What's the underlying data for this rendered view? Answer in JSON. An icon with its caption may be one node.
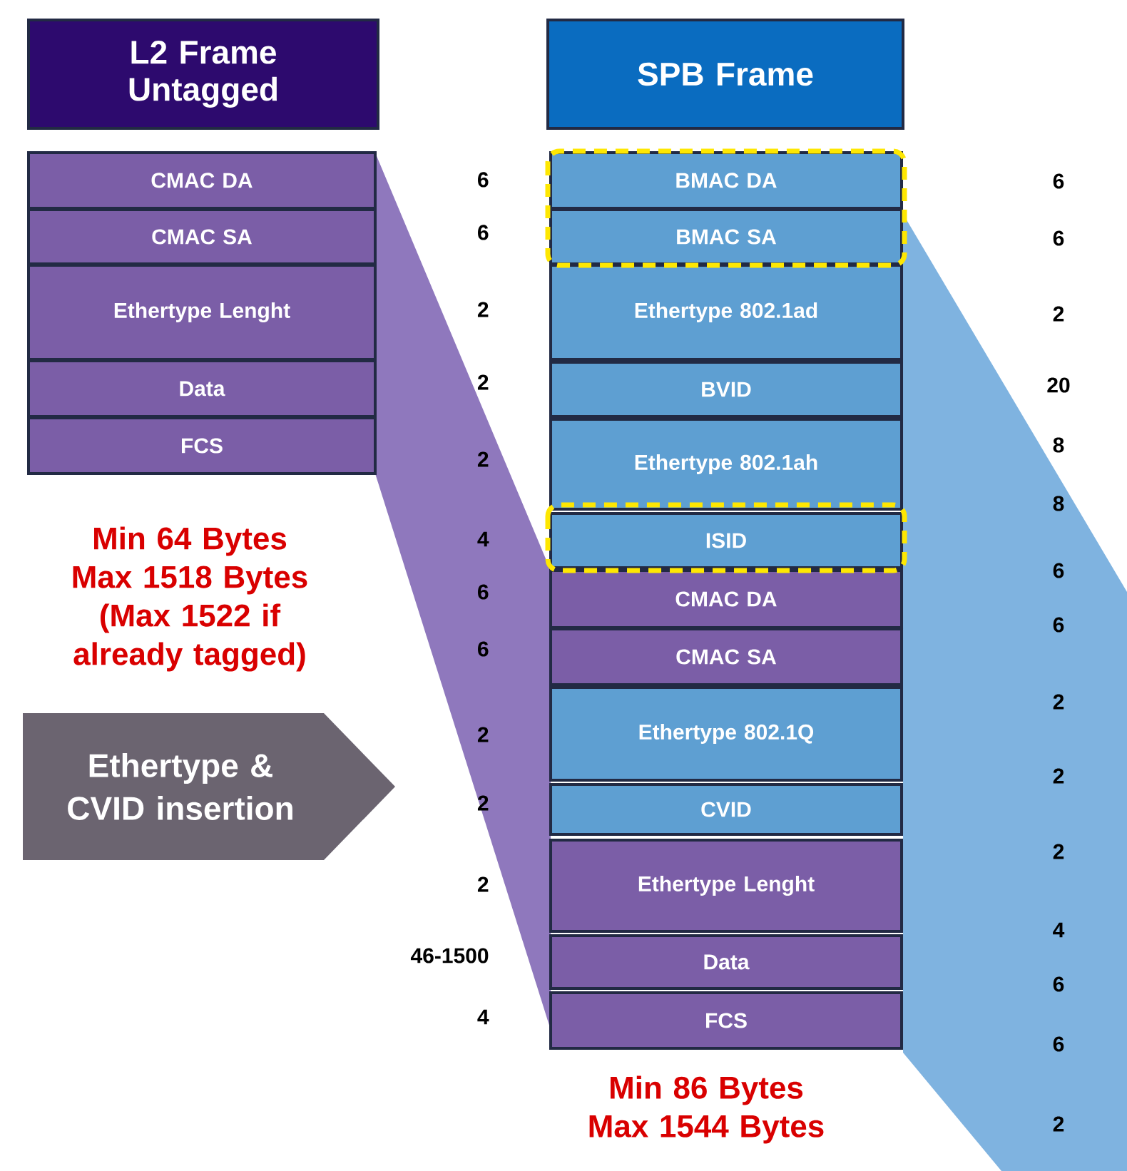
{
  "diagram": {
    "nodes": [
      {
        "text": [
          "L2 Frame Untagged"
        ]
      },
      {
        "text": [
          "CMAC DA"
        ]
      },
      {
        "text": [
          "CMAC SA"
        ]
      },
      {
        "text": [
          "Ethertype Lenght"
        ]
      },
      {
        "text": [
          "Data"
        ]
      },
      {
        "text": [
          "FCS"
        ]
      },
      {
        "text": [
          "Ethertype & CVID insertion"
        ]
      },
      {
        "text": [
          "SPB Frame"
        ]
      },
      {
        "text": [
          "BMAC DA"
        ]
      },
      {
        "text": [
          "BMAC SA"
        ]
      },
      {
        "text": [
          "Ethertype 802.1ad"
        ]
      },
      {
        "text": [
          "BVID"
        ]
      },
      {
        "text": [
          "Ethertype 802.1ah"
        ]
      },
      {
        "text": [
          "ISID"
        ]
      },
      {
        "text": [
          "CMAC DA"
        ]
      },
      {
        "text": [
          "CMAC SA"
        ]
      },
      {
        "text": [
          "Ethertype 802.1Q"
        ]
      },
      {
        "text": [
          "CVID"
        ]
      },
      {
        "text": [
          "Ethertype Lenght"
        ]
      },
      {
        "text": [
          "Data"
        ]
      },
      {
        "text": [
          "FCS"
        ]
      }
    ],
    "labels": [
      "Min 64 Bytes Max 1518 Bytes (Max 1522 if already tagged)",
      "6",
      "6",
      "2",
      "2",
      "2",
      "4",
      "6",
      "6",
      "2",
      "2",
      "2",
      "46-1500",
      "4",
      "6",
      "6",
      "2",
      "20",
      "8",
      "8",
      "6",
      "6",
      "2",
      "2",
      "2",
      "4",
      "6",
      "6",
      "2",
      "Min 86 Bytes Max 1544 Bytes"
    ]
  }
}
